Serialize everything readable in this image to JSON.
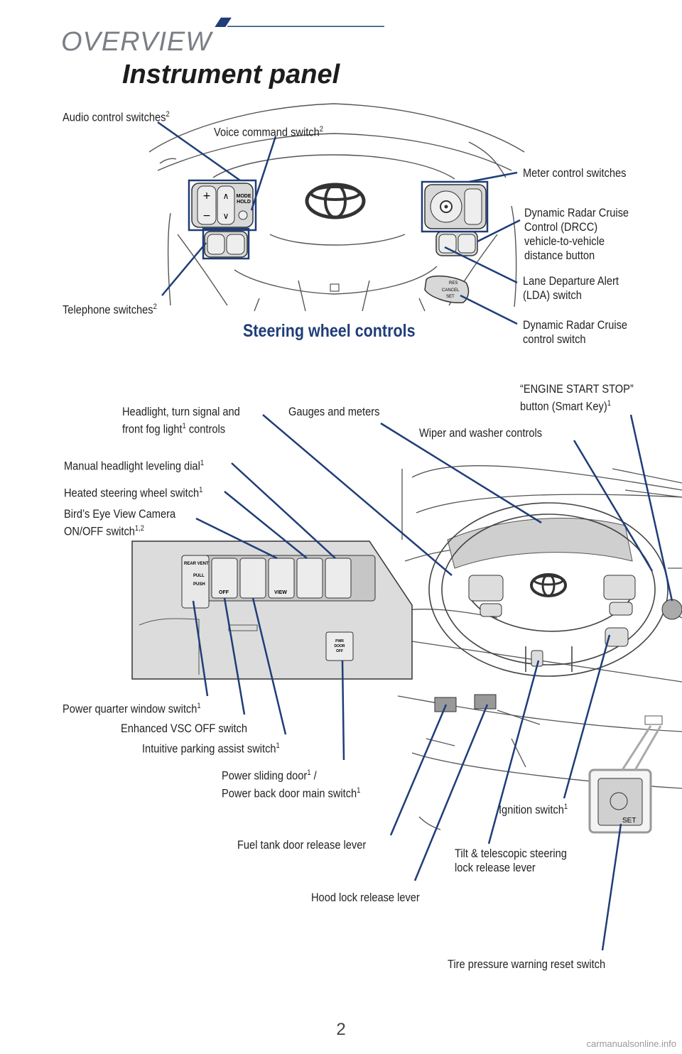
{
  "header": {
    "section": "OVERVIEW",
    "title": "Instrument panel"
  },
  "steering": {
    "caption": "Steering wheel controls",
    "labels": {
      "audio": "Audio control switches",
      "audio_sup": "2",
      "voice": "Voice command switch",
      "voice_sup": "2",
      "meter": "Meter control switches",
      "drcc_1": "Dynamic Radar Cruise",
      "drcc_2": "Control (DRCC)",
      "drcc_3": "vehicle-to-vehicle",
      "drcc_4": "distance button",
      "lda_1": "Lane Departure Alert",
      "lda_2": "(LDA) switch",
      "drcs_1": "Dynamic Radar Cruise",
      "drcs_2": "control switch",
      "telephone": "Telephone switches",
      "telephone_sup": "2"
    },
    "buttons": {
      "mode": "MODE",
      "hold": "HOLD",
      "res": "RES",
      "set": "SET",
      "cancel": "CANCEL"
    }
  },
  "panel": {
    "labels": {
      "headlight_1": "Headlight, turn signal and",
      "headlight_2": "front fog light",
      "headlight_sup": "1",
      "headlight_3": " controls",
      "gauges": "Gauges and meters",
      "engine_1": "“ENGINE START STOP”",
      "engine_2": "button (Smart Key)",
      "engine_sup": "1",
      "wiper": "Wiper and washer controls",
      "leveling": "Manual headlight leveling dial",
      "leveling_sup": "1",
      "heated": "Heated steering wheel switch",
      "heated_sup": "1",
      "birds_1": "Bird’s Eye View Camera",
      "birds_2": "ON/OFF switch",
      "birds_sup": "1,2",
      "quarter": "Power quarter window switch",
      "quarter_sup": "1",
      "vsc": "Enhanced VSC OFF switch",
      "parking": "Intuitive parking assist switch",
      "parking_sup": "1",
      "sliding_1": "Power sliding door",
      "sliding_sup1": "1",
      "sliding_slash": " /",
      "sliding_2": "Power back door main switch",
      "sliding_sup2": "1",
      "ignition": "Ignition switch",
      "ignition_sup": "1",
      "fuel": "Fuel tank door release lever",
      "tilt_1": "Tilt & telescopic steering",
      "tilt_2": "lock release lever",
      "hood": "Hood lock release lever",
      "tire": "Tire pressure warning reset switch"
    },
    "switch_text": {
      "rear_vent": "REAR VENT",
      "pull": "PULL",
      "push": "PUSH",
      "off": "OFF",
      "view": "VIEW",
      "pwr": "PWR",
      "door": "DOOR",
      "door_off": "OFF",
      "tpms_set": "SET"
    }
  },
  "footer": {
    "page": "2",
    "watermark": "carmanualsonline.info"
  },
  "colors": {
    "accent": "#1f3d78",
    "leader": "#1f3d78",
    "gray_text": "#7a7f86"
  }
}
